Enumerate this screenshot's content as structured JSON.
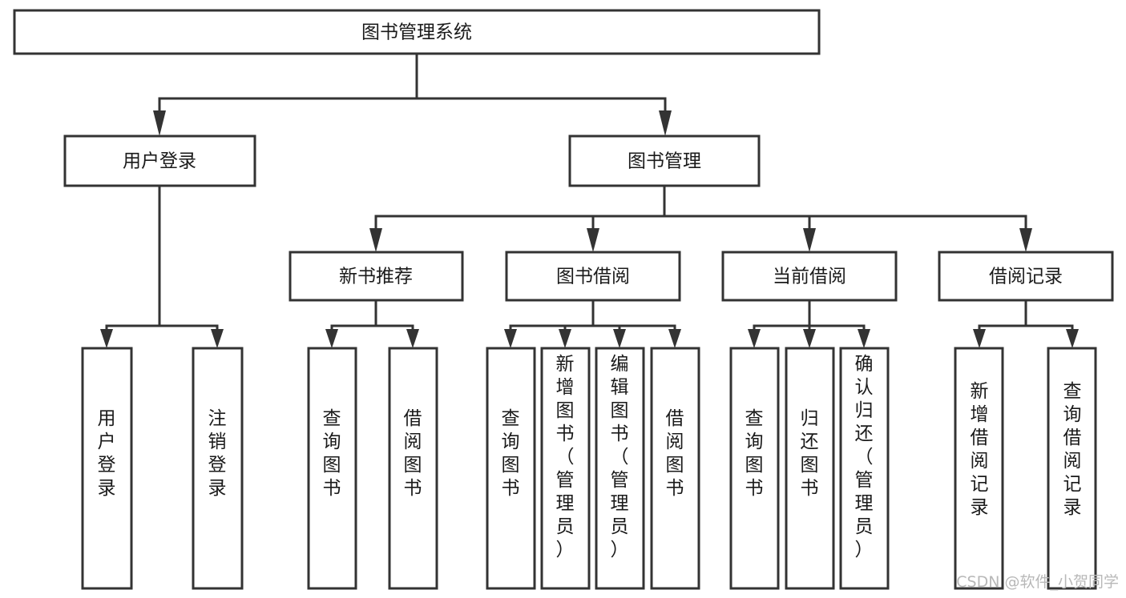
{
  "diagram": {
    "title": "图书管理系统",
    "type": "functional-hierarchy-tree",
    "orientation": "top-down",
    "root": {
      "id": "root",
      "label": "图书管理系统",
      "text_orientation": "horizontal"
    },
    "level2": [
      {
        "id": "user-login",
        "label": "用户登录",
        "text_orientation": "horizontal"
      },
      {
        "id": "book-management",
        "label": "图书管理",
        "text_orientation": "horizontal"
      }
    ],
    "level3": [
      {
        "id": "new-book-recommend",
        "label": "新书推荐",
        "text_orientation": "horizontal",
        "parent": "book-management"
      },
      {
        "id": "book-borrow",
        "label": "图书借阅",
        "text_orientation": "horizontal",
        "parent": "book-management"
      },
      {
        "id": "current-borrow",
        "label": "当前借阅",
        "text_orientation": "horizontal",
        "parent": "book-management"
      },
      {
        "id": "borrow-record",
        "label": "借阅记录",
        "text_orientation": "horizontal",
        "parent": "book-management"
      }
    ],
    "leaves": [
      {
        "id": "leaf-user-login",
        "label": "用户登录",
        "chars": [
          "用",
          "户",
          "登",
          "录"
        ],
        "parent": "user-login",
        "text_orientation": "vertical"
      },
      {
        "id": "leaf-user-logout",
        "label": "注销登录",
        "chars": [
          "注",
          "销",
          "登",
          "录"
        ],
        "parent": "user-login",
        "text_orientation": "vertical"
      },
      {
        "id": "leaf-query-book-rec",
        "label": "查询图书",
        "chars": [
          "查",
          "询",
          "图",
          "书"
        ],
        "parent": "new-book-recommend",
        "text_orientation": "vertical"
      },
      {
        "id": "leaf-borrow-book-rec",
        "label": "借阅图书",
        "chars": [
          "借",
          "阅",
          "图",
          "书"
        ],
        "parent": "new-book-recommend",
        "text_orientation": "vertical"
      },
      {
        "id": "leaf-query-book-borrow",
        "label": "查询图书",
        "chars": [
          "查",
          "询",
          "图",
          "书"
        ],
        "parent": "book-borrow",
        "text_orientation": "vertical"
      },
      {
        "id": "leaf-add-book-admin",
        "label": "新增图书（管理员）",
        "chars": [
          "新",
          "增",
          "图",
          "书",
          "（",
          "管",
          "理",
          "员",
          "）"
        ],
        "parent": "book-borrow",
        "text_orientation": "vertical"
      },
      {
        "id": "leaf-edit-book-admin",
        "label": "编辑图书（管理员）",
        "chars": [
          "编",
          "辑",
          "图",
          "书",
          "（",
          "管",
          "理",
          "员",
          "）"
        ],
        "parent": "book-borrow",
        "text_orientation": "vertical"
      },
      {
        "id": "leaf-borrow-book",
        "label": "借阅图书",
        "chars": [
          "借",
          "阅",
          "图",
          "书"
        ],
        "parent": "book-borrow",
        "text_orientation": "vertical"
      },
      {
        "id": "leaf-query-book-cur",
        "label": "查询图书",
        "chars": [
          "查",
          "询",
          "图",
          "书"
        ],
        "parent": "current-borrow",
        "text_orientation": "vertical"
      },
      {
        "id": "leaf-return-book",
        "label": "归还图书",
        "chars": [
          "归",
          "还",
          "图",
          "书"
        ],
        "parent": "current-borrow",
        "text_orientation": "vertical"
      },
      {
        "id": "leaf-confirm-return-admin",
        "label": "确认归还（管理员）",
        "chars": [
          "确",
          "认",
          "归",
          "还",
          "（",
          "管",
          "理",
          "员",
          "）"
        ],
        "parent": "current-borrow",
        "text_orientation": "vertical"
      },
      {
        "id": "leaf-add-borrow-record",
        "label": "新增借阅记录",
        "chars": [
          "新",
          "增",
          "借",
          "阅",
          "记",
          "录"
        ],
        "parent": "borrow-record",
        "text_orientation": "vertical"
      },
      {
        "id": "leaf-query-borrow-record",
        "label": "查询借阅记录",
        "chars": [
          "查",
          "询",
          "借",
          "阅",
          "记",
          "录"
        ],
        "parent": "borrow-record",
        "text_orientation": "vertical"
      }
    ],
    "colors": {
      "box_stroke": "#333333",
      "box_fill": "#ffffff",
      "text": "#1a1a1a",
      "connector": "#333333",
      "background": "#ffffff",
      "watermark": "#b8b8b8"
    }
  },
  "watermark": {
    "text": "CSDN @软件_小贺同学"
  }
}
